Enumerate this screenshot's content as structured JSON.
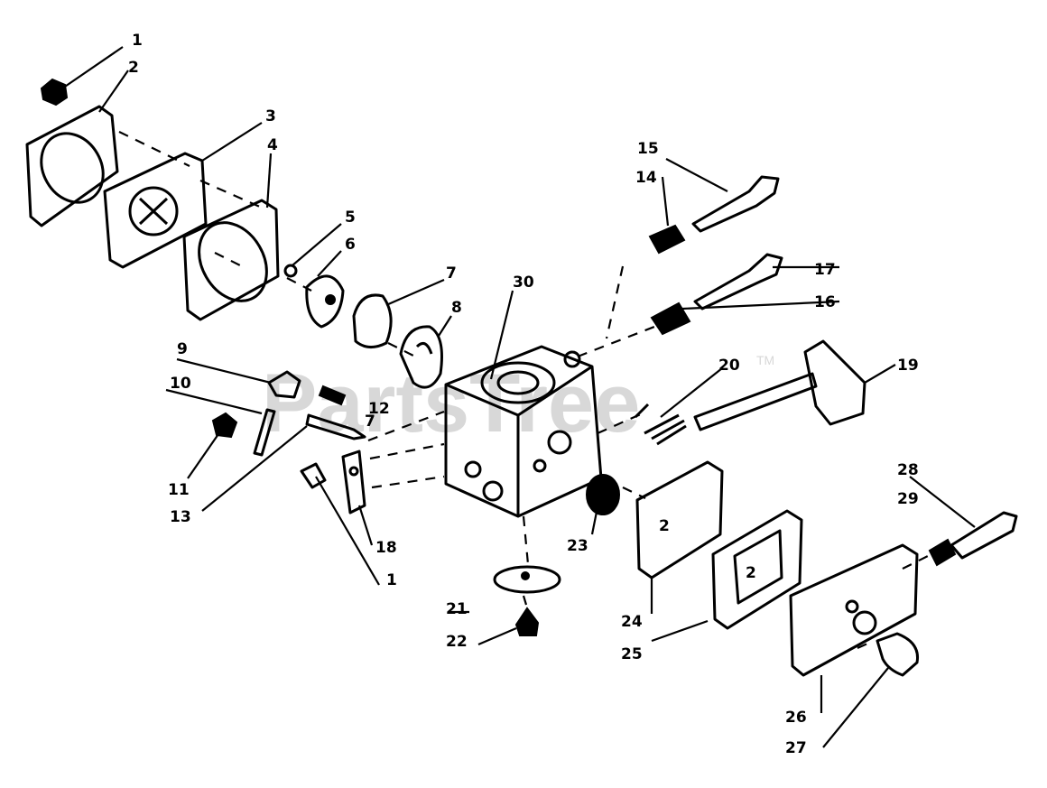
{
  "watermark": {
    "text": "PartsTree",
    "tm": "TM"
  },
  "callouts": {
    "c1": "1",
    "c2": "2",
    "c3": "3",
    "c4": "4",
    "c5": "5",
    "c6": "6",
    "c7": "7",
    "c8": "8",
    "c9": "9",
    "c10": "10",
    "c11": "11",
    "c12": "12",
    "c13": "13",
    "c14": "14",
    "c15": "15",
    "c16": "16",
    "c17": "17",
    "c18": "18",
    "c19": "19",
    "c20": "20",
    "c21": "21",
    "c22": "22",
    "c23": "23",
    "c24": "24",
    "c25": "25",
    "c26": "26",
    "c27": "27",
    "c28": "28",
    "c29": "29",
    "c30": "30",
    "c1b": "1",
    "c18b": "18"
  },
  "part_marks": {
    "p2a": "2",
    "p7a": "7",
    "p2b": "2"
  }
}
